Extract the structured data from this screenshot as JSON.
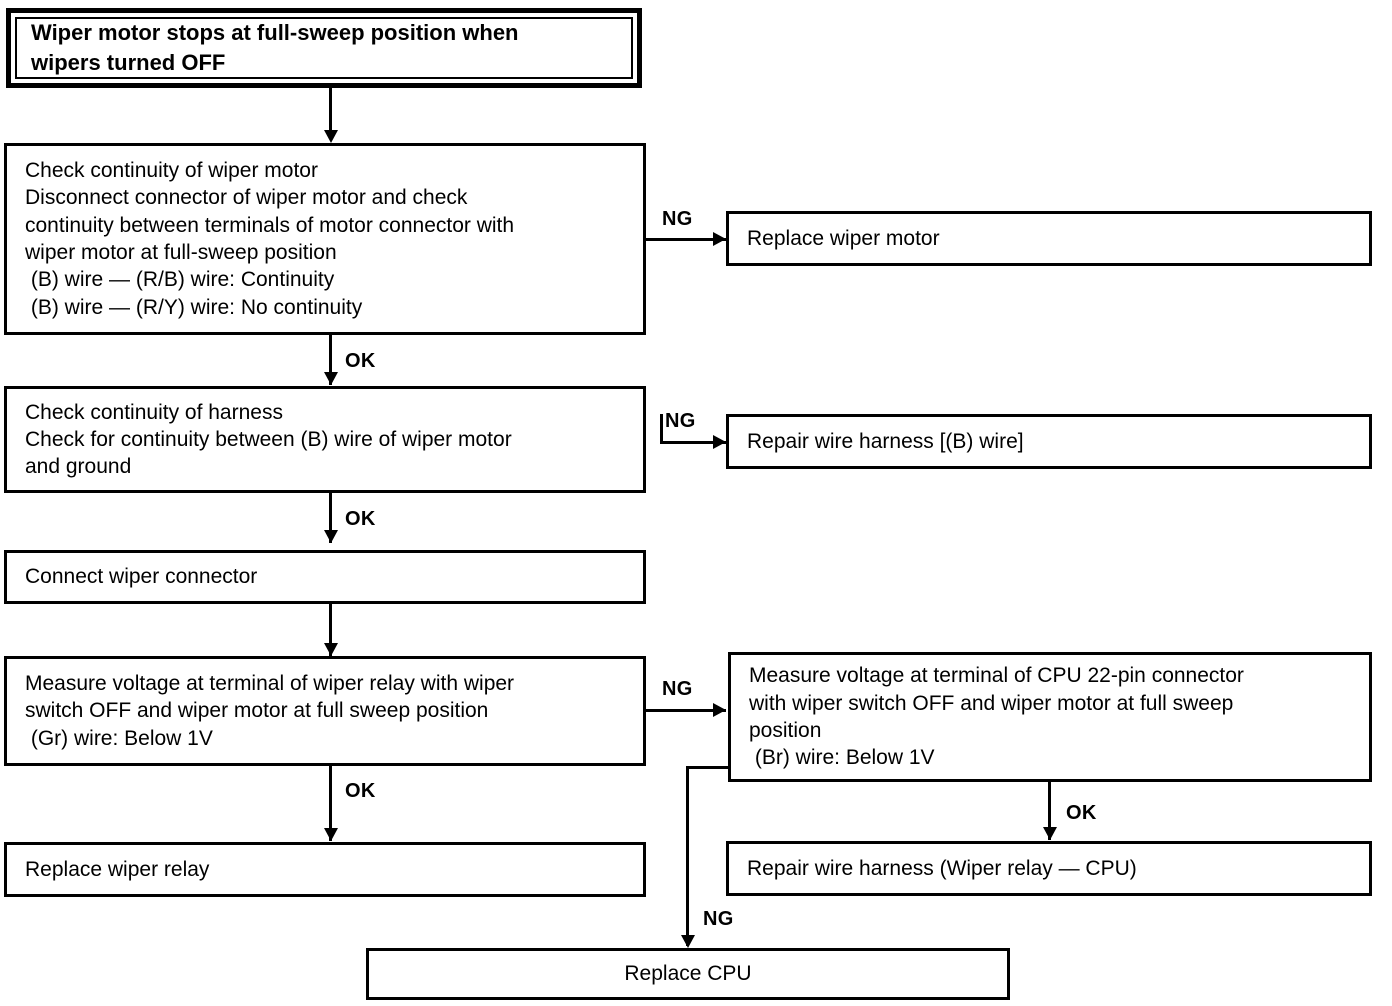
{
  "diagram": {
    "type": "troubleshooting-flowchart",
    "title": {
      "lines": [
        "Wiper motor stops at full-sweep position when",
        "wipers turned OFF"
      ]
    },
    "nodes": {
      "check_motor": {
        "lines": [
          "Check continuity of wiper motor",
          "Disconnect connector of wiper motor and check",
          "continuity between terminals of motor connector with",
          "wiper motor at full-sweep position",
          " (B) wire — (R/B) wire: Continuity",
          " (B) wire — (R/Y) wire: No continuity"
        ]
      },
      "replace_motor": {
        "lines": [
          "Replace wiper motor"
        ]
      },
      "check_harness": {
        "lines": [
          "Check continuity of harness",
          "Check for continuity between (B) wire of wiper motor",
          "and ground"
        ]
      },
      "repair_harness_b": {
        "lines": [
          "Repair wire harness [(B) wire]"
        ]
      },
      "connect_connector": {
        "lines": [
          "Connect wiper connector"
        ]
      },
      "measure_relay": {
        "lines": [
          "Measure voltage at terminal of wiper relay with wiper",
          "switch OFF and wiper motor at full sweep position",
          " (Gr) wire: Below 1V"
        ]
      },
      "measure_cpu": {
        "lines": [
          "Measure voltage at terminal of CPU 22-pin connector",
          "with wiper switch OFF and wiper motor at full sweep",
          "position",
          " (Br) wire: Below 1V"
        ]
      },
      "replace_relay": {
        "lines": [
          "Replace wiper relay"
        ]
      },
      "repair_harness_relay_cpu": {
        "lines": [
          "Repair wire harness (Wiper relay — CPU)"
        ]
      },
      "replace_cpu": {
        "lines": [
          "Replace CPU"
        ]
      }
    },
    "edge_labels": {
      "ng_motor": "NG",
      "ok_motor": "OK",
      "ng_harness": "NG",
      "ok_harness": "OK",
      "ng_relay": "NG",
      "ok_relay": "OK",
      "ok_cpu": "OK",
      "ng_cpu": "NG"
    },
    "colors": {
      "ink": "#000000",
      "paper": "#ffffff"
    }
  }
}
